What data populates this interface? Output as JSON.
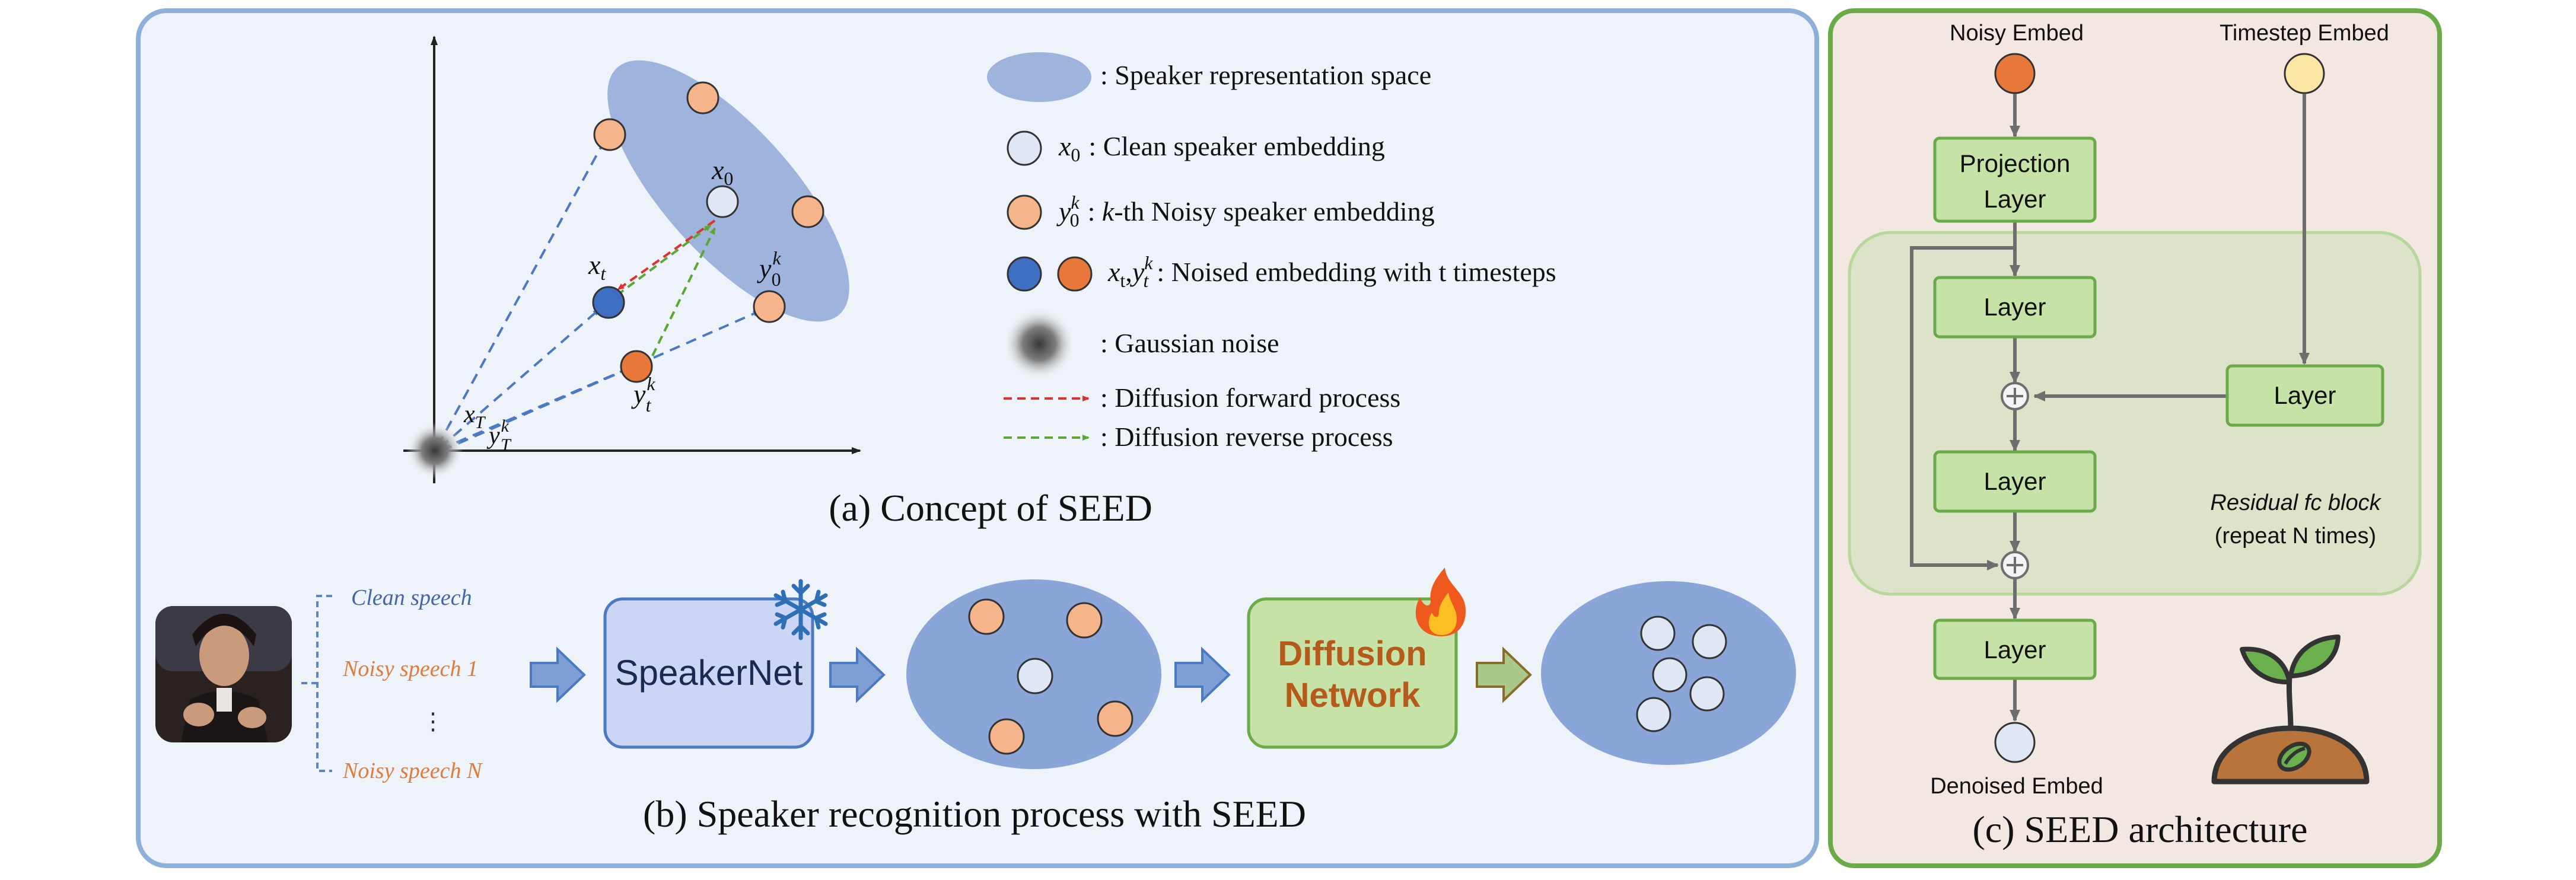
{
  "panel_a": {
    "caption": "(a) Concept of SEED",
    "point_labels": {
      "x0": "x",
      "x0_sub": "0",
      "xt": "x",
      "xt_sub": "t",
      "y0k": "y",
      "y0k_sub": "0",
      "y0k_sup": "k",
      "ytk": "y",
      "ytk_sub": "t",
      "ytk_sup": "k",
      "xT": "x",
      "xT_sub": "T",
      "yTk": "y",
      "yTk_sub": "T",
      "yTk_sup": "k"
    },
    "legend": {
      "space": ": Speaker representation space",
      "clean_sym": "x",
      "clean_sub": "0",
      "clean": ": Clean speaker embedding",
      "noisy_sym": "y",
      "noisy_sub": "0",
      "noisy_sup": "k",
      "noisy_k": "k",
      "noisy": "-th Noisy speaker embedding",
      "noisy_prefix": ": ",
      "noised_sym1": "x",
      "noised_sub1": "t",
      "noised_comma": ",",
      "noised_sym2": "y",
      "noised_sub2": "t",
      "noised_sup2": "k",
      "noised": ": Noised embedding with t timesteps",
      "gaussian": ": Gaussian noise",
      "forward": ": Diffusion forward process",
      "reverse": ": Diffusion reverse process"
    },
    "colors": {
      "space": "#9fb4dd",
      "clean": "#dfe7f4",
      "noisy": "#f5b48a",
      "noised_x": "#3e6fc3",
      "noised_y": "#e8773a",
      "forward": "#e03030",
      "reverse": "#5aa832",
      "dashed_blue": "#4b79c2"
    }
  },
  "panel_b": {
    "caption": "(b) Speaker recognition process with SEED",
    "speech_labels": [
      "Clean speech",
      "Noisy speech 1",
      "⋮",
      "Noisy speech N"
    ],
    "speakernet": "SpeakerNet",
    "diffusion_line1": "Diffusion",
    "diffusion_line2": "Network",
    "icons": [
      "snowflake-icon",
      "fire-icon",
      "portrait-photo"
    ]
  },
  "panel_c": {
    "caption": "(c) SEED architecture",
    "noisy_embed": "Noisy Embed",
    "timestep_embed": "Timestep Embed",
    "projection_line1": "Projection",
    "projection_line2": "Layer",
    "layer1": "Layer",
    "layer2": "Layer",
    "layer_timestep": "Layer",
    "layer_out": "Layer",
    "plus": "⊕",
    "residual_line1": "Residual fc block",
    "residual_line2": "(repeat N times)",
    "denoised": "Denoised Embed",
    "icons": [
      "seedling-icon"
    ],
    "colors": {
      "panel_bg": "#f2e7e1",
      "panel_border": "#6aaa48",
      "layer_fill": "#c7e2a6",
      "layer_border": "#6aaa48",
      "residual_fill": "#dde3c9",
      "noisy": "#e8773a",
      "timestep": "#fbe7a3",
      "denoised": "#dfe7f4"
    }
  }
}
